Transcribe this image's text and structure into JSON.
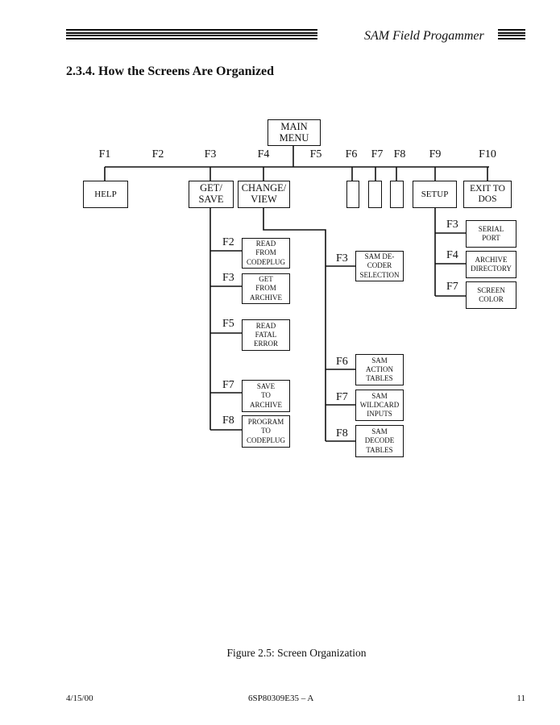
{
  "header": {
    "running_title": "SAM Field Progammer"
  },
  "section_heading": "2.3.4.  How the Screens Are Organized",
  "diagram": {
    "root": "MAIN\nMENU",
    "top_keys": [
      "F1",
      "F2",
      "F3",
      "F4",
      "F5",
      "F6",
      "F7",
      "F8",
      "F9",
      "F10"
    ],
    "top_boxes": {
      "help": "HELP",
      "get_save": "GET/\nSAVE",
      "change_view": "CHANGE/\nVIEW",
      "setup": "SETUP",
      "exit": "EXIT TO\nDOS"
    },
    "get_save_children": [
      {
        "key": "F2",
        "label": "READ\nFROM\nCODEPLUG"
      },
      {
        "key": "F3",
        "label": "GET\nFROM\nARCHIVE"
      },
      {
        "key": "F5",
        "label": "READ\nFATAL\nERROR"
      },
      {
        "key": "F7",
        "label": "SAVE\nTO\nARCHIVE"
      },
      {
        "key": "F8",
        "label": "PROGRAM\nTO\nCODEPLUG"
      }
    ],
    "change_view_children": [
      {
        "key": "F3",
        "label": "SAM DE-\nCODER\nSELECTION"
      },
      {
        "key": "F6",
        "label": "SAM\nACTION\nTABLES"
      },
      {
        "key": "F7",
        "label": "SAM\nWILDCARD\nINPUTS"
      },
      {
        "key": "F8",
        "label": "SAM\nDECODE\nTABLES"
      }
    ],
    "setup_children": [
      {
        "key": "F3",
        "label": "SERIAL\nPORT"
      },
      {
        "key": "F4",
        "label": "ARCHIVE\nDIRECTORY"
      },
      {
        "key": "F7",
        "label": "SCREEN\nCOLOR"
      }
    ]
  },
  "caption": "Figure 2.5:  Screen Organization",
  "footer": {
    "date": "4/15/00",
    "doc_number": "6SP80309E35 – A",
    "page": "11"
  }
}
